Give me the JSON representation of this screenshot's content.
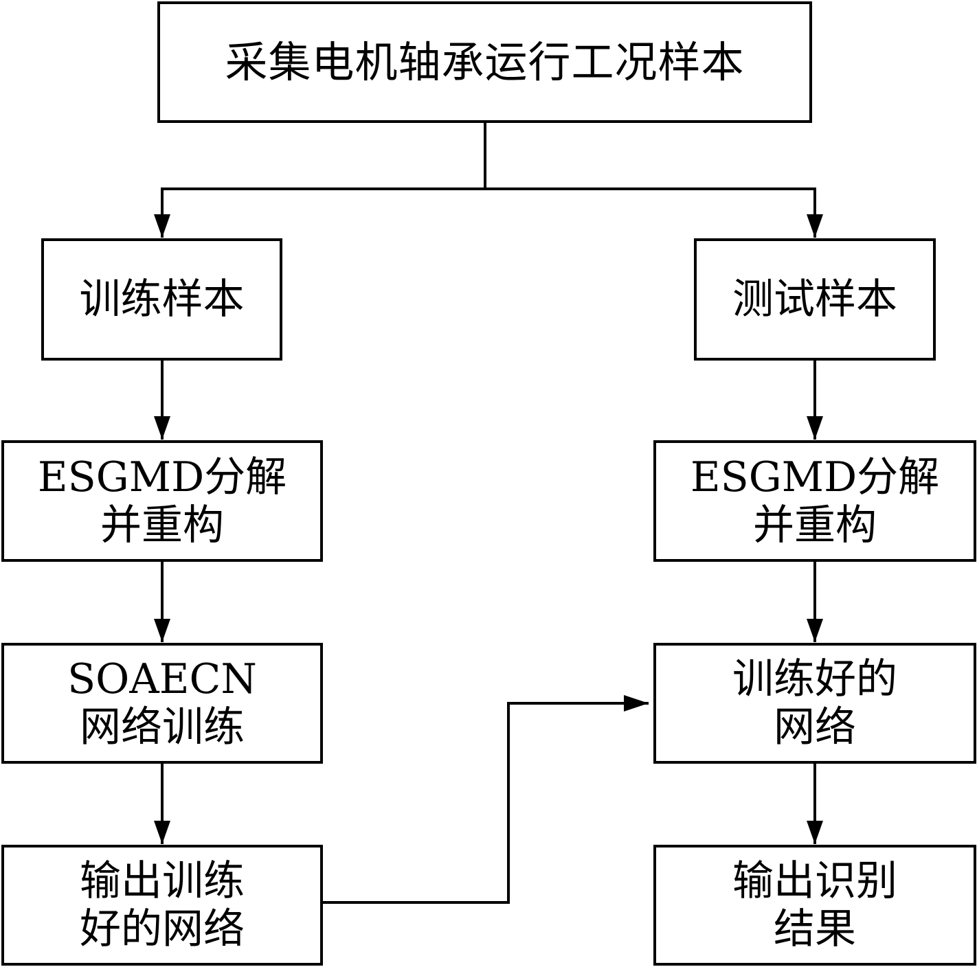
{
  "nodes": {
    "collect": [
      "采集电机轴承运行工况样本"
    ],
    "train_samples": [
      "训练样本"
    ],
    "test_samples": [
      "测试样本"
    ],
    "train_decompose": [
      "ESGMD分解",
      "并重构"
    ],
    "test_decompose": [
      "ESGMD分解",
      "并重构"
    ],
    "network_training": [
      "SOAECN",
      "网络训练"
    ],
    "output_trained": [
      "输出训练",
      "好的网络"
    ],
    "trained_network": [
      "训练好的",
      "网络"
    ],
    "output_result": [
      "输出识别",
      "结果"
    ]
  },
  "edges": [
    {
      "from": "collect",
      "to": "train_samples"
    },
    {
      "from": "collect",
      "to": "test_samples"
    },
    {
      "from": "train_samples",
      "to": "train_decompose"
    },
    {
      "from": "train_decompose",
      "to": "network_training"
    },
    {
      "from": "network_training",
      "to": "output_trained"
    },
    {
      "from": "output_trained",
      "to": "trained_network"
    },
    {
      "from": "test_samples",
      "to": "test_decompose"
    },
    {
      "from": "test_decompose",
      "to": "trained_network"
    },
    {
      "from": "trained_network",
      "to": "output_result"
    }
  ]
}
